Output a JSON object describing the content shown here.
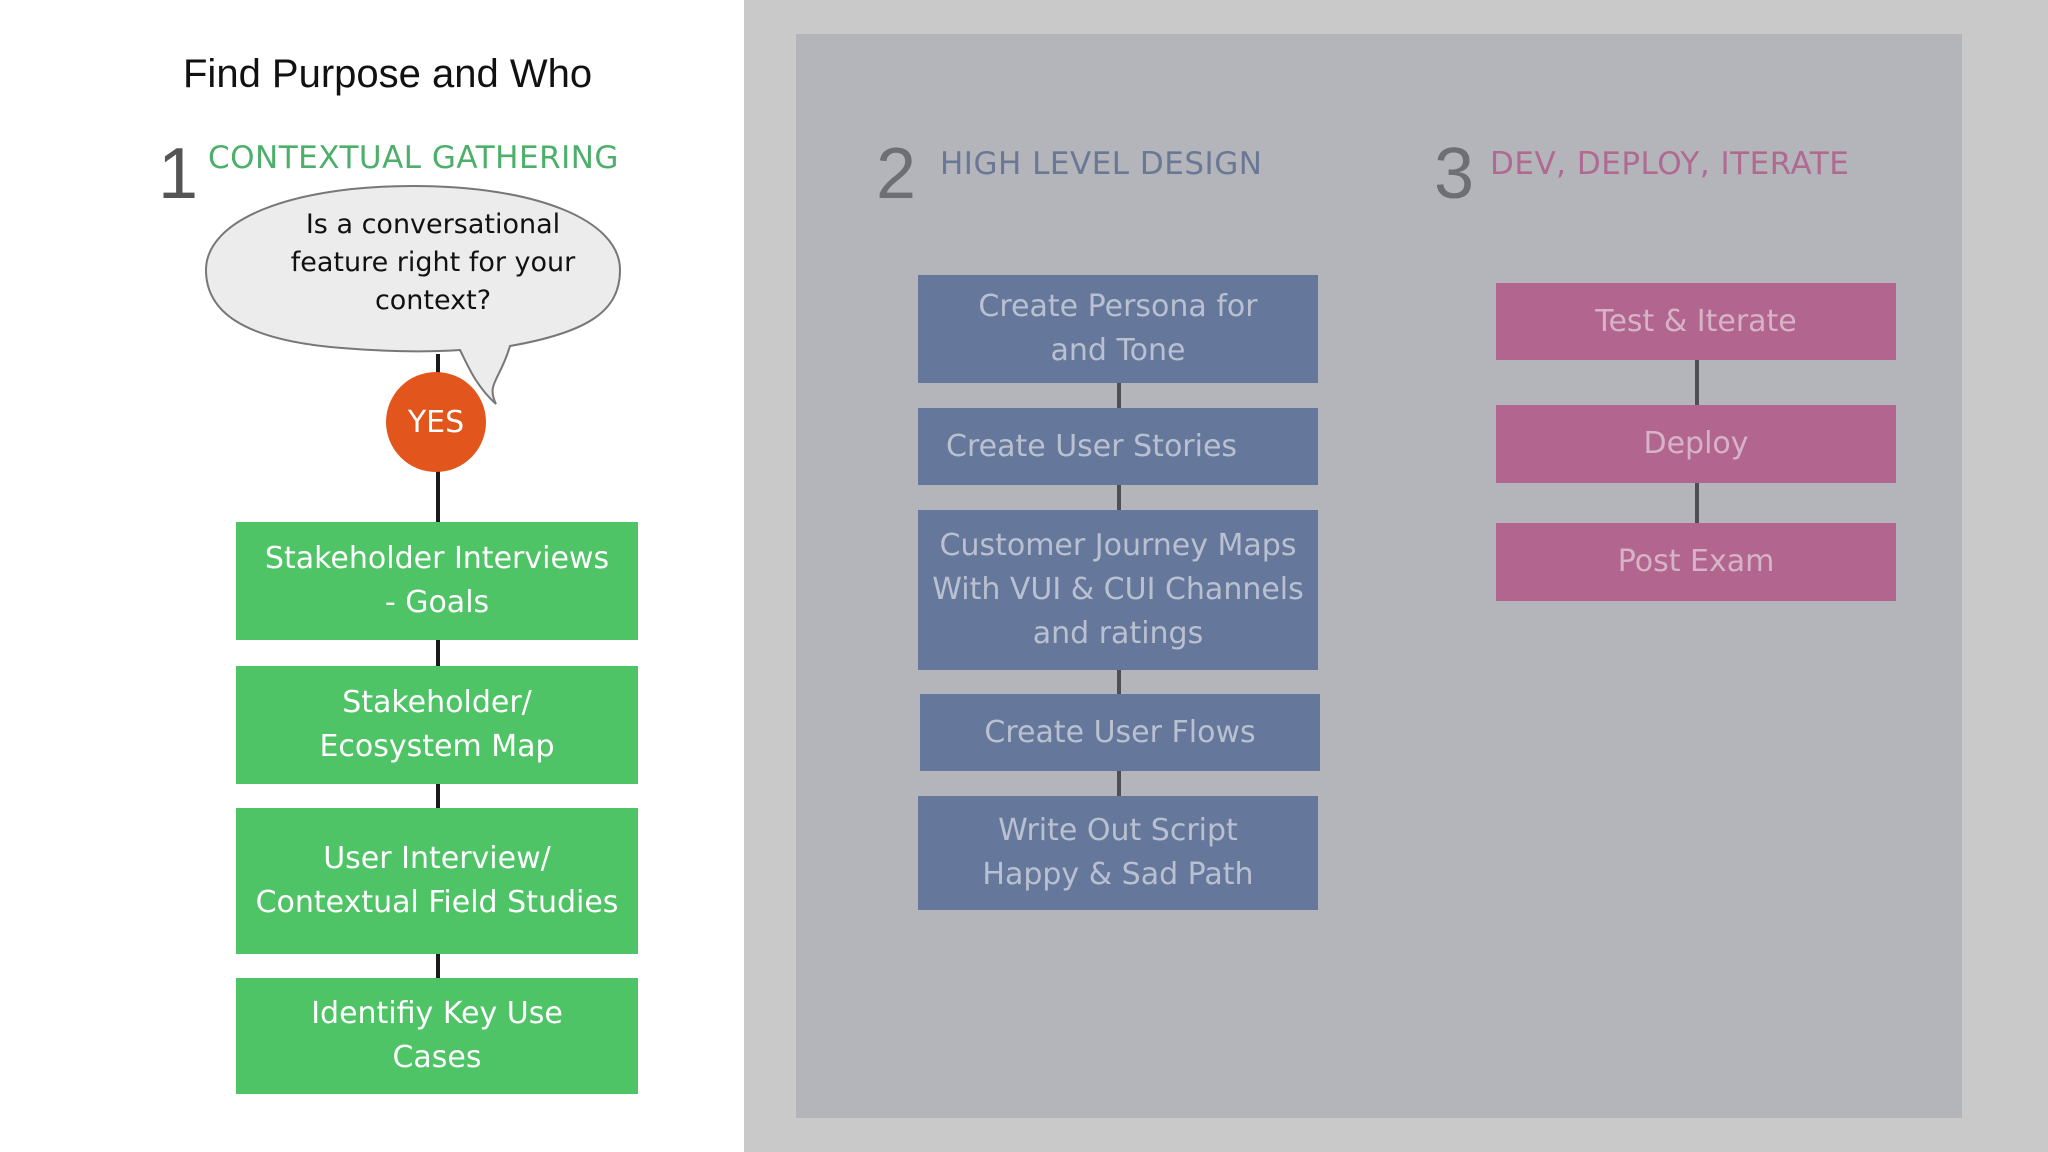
{
  "title": "Find Purpose and Who",
  "colors": {
    "green": "#4ec467",
    "blue": "#66779c",
    "pink": "#b2658f",
    "orange": "#e2561d",
    "step1_label": "#4caf6a",
    "step2_label": "#6a7896",
    "step3_label": "#b06a92"
  },
  "step1": {
    "number": "1",
    "label": "CONTEXTUAL GATHERING",
    "question": "Is a conversational feature right for your context?",
    "question_lines": [
      "Is a conversational",
      "feature right for your",
      "context?"
    ],
    "answer": "YES",
    "boxes": [
      {
        "lines": [
          "Stakeholder Interviews",
          "- Goals"
        ]
      },
      {
        "lines": [
          "Stakeholder/",
          "Ecosystem Map"
        ]
      },
      {
        "lines": [
          "User Interview/",
          "Contextual Field Studies"
        ]
      },
      {
        "lines": [
          "Identifiy Key Use",
          "Cases"
        ]
      }
    ]
  },
  "step2": {
    "number": "2",
    "label": "HIGH LEVEL DESIGN",
    "boxes": [
      {
        "lines": [
          "Create Persona for",
          "and Tone"
        ]
      },
      {
        "lines": [
          "Create User Stories"
        ]
      },
      {
        "lines": [
          "Customer Journey Maps",
          "With VUI & CUI Channels",
          "and ratings"
        ]
      },
      {
        "lines": [
          "Create User Flows"
        ]
      },
      {
        "lines": [
          "Write Out Script",
          "Happy & Sad Path"
        ]
      }
    ]
  },
  "step3": {
    "number": "3",
    "label": "DEV, DEPLOY, ITERATE",
    "boxes": [
      {
        "lines": [
          "Test & Iterate"
        ]
      },
      {
        "lines": [
          "Deploy"
        ]
      },
      {
        "lines": [
          "Post Exam"
        ]
      }
    ]
  }
}
